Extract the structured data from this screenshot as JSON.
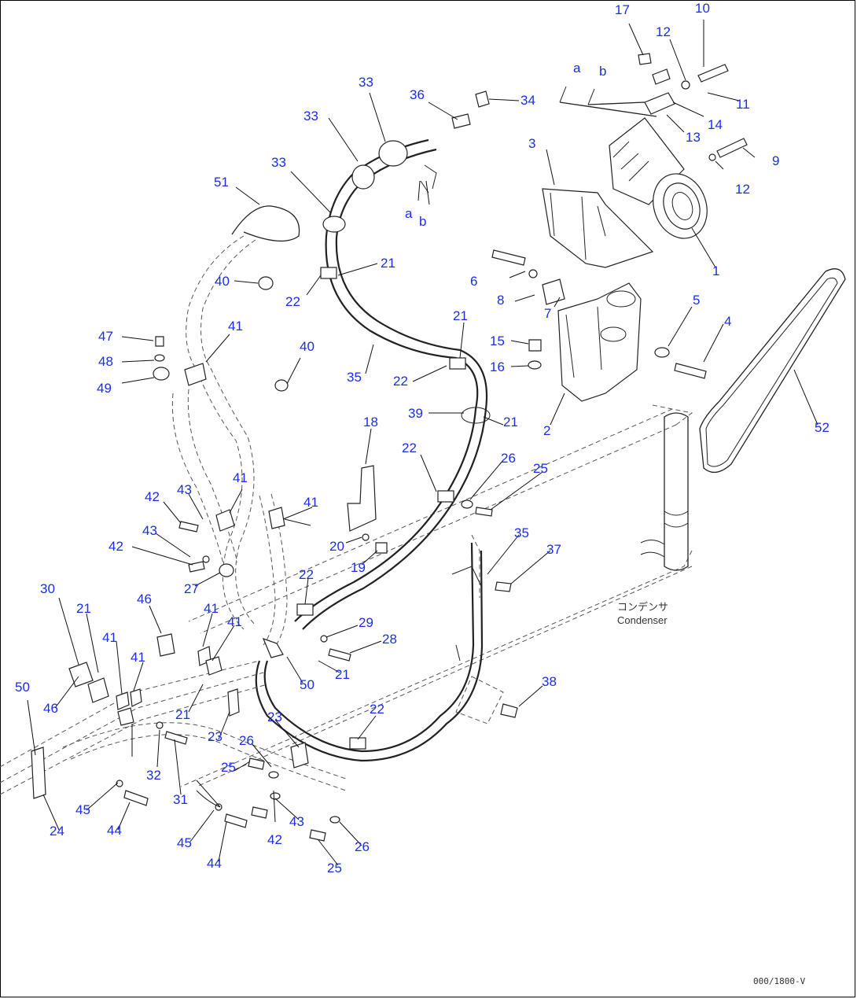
{
  "callouts": [
    {
      "label": "17"
    },
    {
      "label": "10"
    },
    {
      "label": "12"
    },
    {
      "label": "a"
    },
    {
      "label": "b"
    },
    {
      "label": "11"
    },
    {
      "label": "14"
    },
    {
      "label": "13"
    },
    {
      "label": "3"
    },
    {
      "label": "9"
    },
    {
      "label": "12"
    },
    {
      "label": "1"
    },
    {
      "label": "33"
    },
    {
      "label": "36"
    },
    {
      "label": "34"
    },
    {
      "label": "33"
    },
    {
      "label": "33"
    },
    {
      "label": "a"
    },
    {
      "label": "b"
    },
    {
      "label": "51"
    },
    {
      "label": "21"
    },
    {
      "label": "22"
    },
    {
      "label": "40"
    },
    {
      "label": "6"
    },
    {
      "label": "8"
    },
    {
      "label": "7"
    },
    {
      "label": "5"
    },
    {
      "label": "4"
    },
    {
      "label": "47"
    },
    {
      "label": "41"
    },
    {
      "label": "48"
    },
    {
      "label": "49"
    },
    {
      "label": "40"
    },
    {
      "label": "35"
    },
    {
      "label": "21"
    },
    {
      "label": "22"
    },
    {
      "label": "15"
    },
    {
      "label": "16"
    },
    {
      "label": "39"
    },
    {
      "label": "21"
    },
    {
      "label": "2"
    },
    {
      "label": "52"
    },
    {
      "label": "18"
    },
    {
      "label": "22"
    },
    {
      "label": "26"
    },
    {
      "label": "25"
    },
    {
      "label": "41"
    },
    {
      "label": "42"
    },
    {
      "label": "43"
    },
    {
      "label": "41"
    },
    {
      "label": "43"
    },
    {
      "label": "20"
    },
    {
      "label": "19"
    },
    {
      "label": "35"
    },
    {
      "label": "37"
    },
    {
      "label": "42"
    },
    {
      "label": "27"
    },
    {
      "label": "22"
    },
    {
      "label": "30"
    },
    {
      "label": "21"
    },
    {
      "label": "46"
    },
    {
      "label": "41"
    },
    {
      "label": "41"
    },
    {
      "label": "29"
    },
    {
      "label": "28"
    },
    {
      "label": "41"
    },
    {
      "label": "41"
    },
    {
      "label": "21"
    },
    {
      "label": "50"
    },
    {
      "label": "50"
    },
    {
      "label": "46"
    },
    {
      "label": "21"
    },
    {
      "label": "38"
    },
    {
      "label": "23"
    },
    {
      "label": "23"
    },
    {
      "label": "26"
    },
    {
      "label": "22"
    },
    {
      "label": "32"
    },
    {
      "label": "25"
    },
    {
      "label": "31"
    },
    {
      "label": "45"
    },
    {
      "label": "44"
    },
    {
      "label": "43"
    },
    {
      "label": "42"
    },
    {
      "label": "45"
    },
    {
      "label": "26"
    },
    {
      "label": "24"
    },
    {
      "label": "44"
    },
    {
      "label": "25"
    }
  ],
  "notes": {
    "condenser_jp": "コンデンサ",
    "condenser_en": "Condenser",
    "drawing_code": "000/1800-V"
  }
}
